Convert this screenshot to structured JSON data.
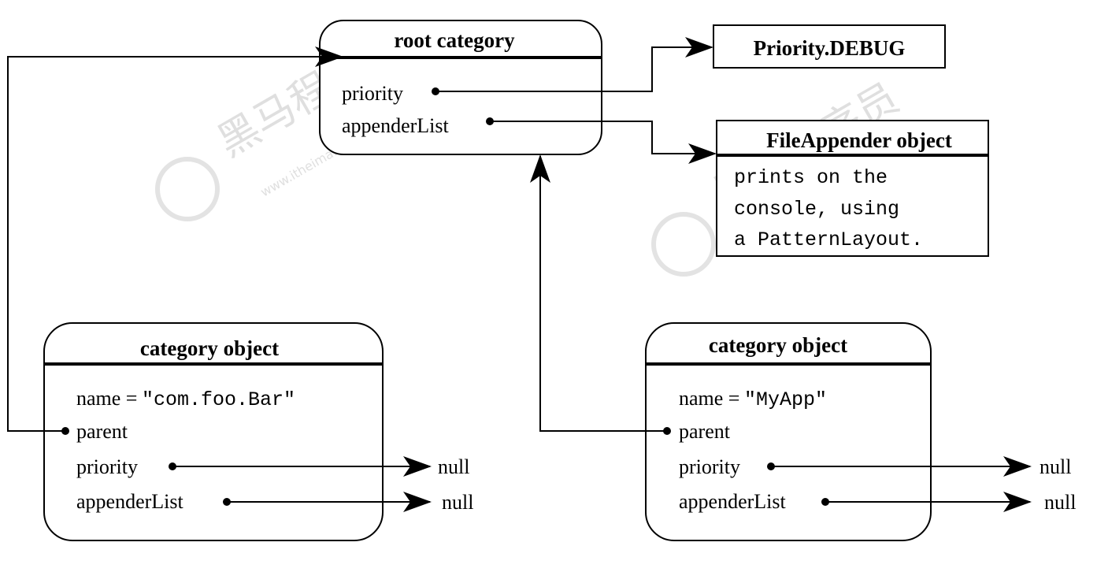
{
  "root_category": {
    "title": "root category",
    "fields": {
      "priority": "priority",
      "appender_list": "appenderList"
    }
  },
  "priority_debug": {
    "label": "Priority.DEBUG"
  },
  "file_appender": {
    "title": "FileAppender object",
    "lines": [
      "prints on the",
      "console, using",
      "a PatternLayout."
    ]
  },
  "category_foo_bar": {
    "title": "category object",
    "name_label": "name =",
    "name_value": "\"com.foo.Bar\"",
    "fields": {
      "parent": "parent",
      "priority": "priority",
      "appender_list": "appenderList"
    }
  },
  "category_myapp": {
    "title": "category object",
    "name_label": "name =",
    "name_value": "\"MyApp\"",
    "fields": {
      "parent": "parent",
      "priority": "priority",
      "appender_list": "appenderList"
    }
  },
  "null_label": "null",
  "watermark": {
    "brand": "黑马程序员",
    "url": "www.itheima.com"
  }
}
